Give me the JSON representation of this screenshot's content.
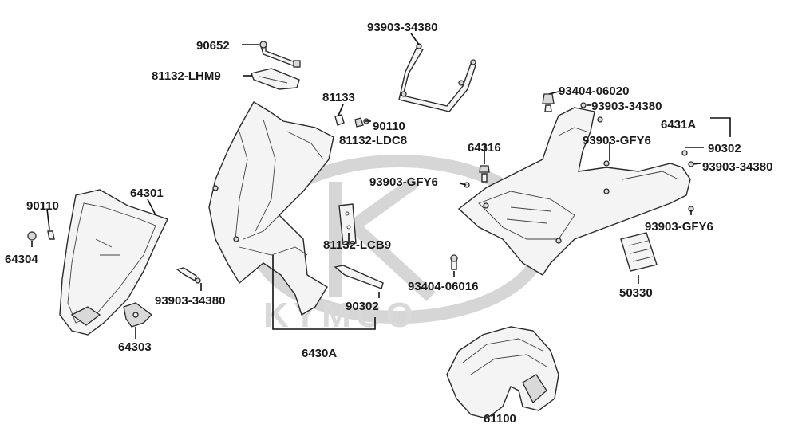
{
  "watermark": {
    "brand_text": "KYMCO"
  },
  "labels": {
    "p93903_34380_top": "93903-34380",
    "p90652": "90652",
    "p81132_LHM9": "81132-LHM9",
    "p81133": "81133",
    "p90110_mid": "90110",
    "p81132_LDC8": "81132-LDC8",
    "p90110_left": "90110",
    "p64301": "64301",
    "p64304": "64304",
    "p81132_LCB9": "81132-LCB9",
    "p93903_34380_low": "93903-34380",
    "p90302_low": "90302",
    "p64303": "64303",
    "p6430A": "6430A",
    "p93404_06016": "93404-06016",
    "p93404_06020": "93404-06020",
    "p93903_34380_right": "93903-34380",
    "p6431A": "6431A",
    "p64316": "64316",
    "p93903_GFY6_right": "93903-GFY6",
    "p90302_right": "90302",
    "p93903_GFY6_left": "93903-GFY6",
    "p93903_34380_far": "93903-34380",
    "p93903_GFY6_low": "93903-GFY6",
    "p50330": "50330",
    "p61100": "61100"
  }
}
